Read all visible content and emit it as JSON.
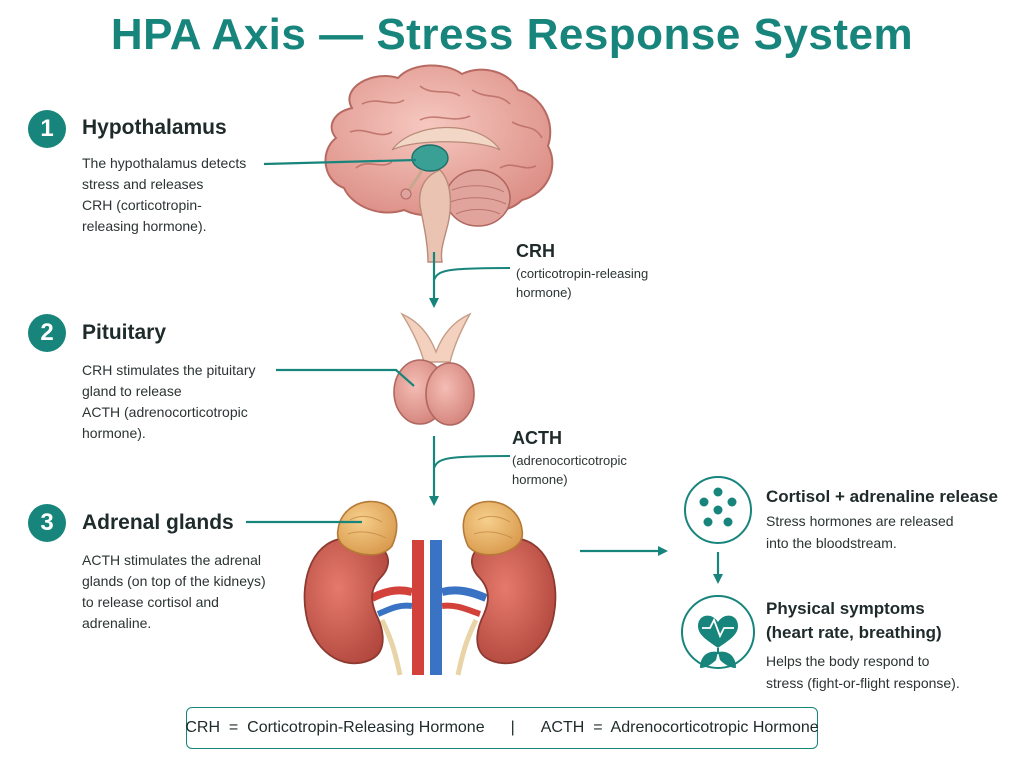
{
  "title": "HPA Axis — Stress Response System",
  "steps": [
    {
      "number": "1",
      "title": "Hypothalamus",
      "desc_lines": [
        "The hypothalamus detects",
        "stress and releases",
        "CRH (corticotropin-",
        "releasing hormone)."
      ]
    },
    {
      "number": "2",
      "title": "Pituitary",
      "desc_lines": [
        "CRH stimulates the pituitary",
        "gland to release",
        "ACTH (adrenocorticotropic",
        "hormone)."
      ]
    },
    {
      "number": "3",
      "title": "Adrenal glands",
      "desc_lines": [
        "ACTH stimulates the adrenal",
        "glands (on top of the kidneys)",
        "to release cortisol and",
        "adrenaline."
      ]
    }
  ],
  "hormones": [
    {
      "name": "CRH",
      "full_lines": [
        "(corticotropin-releasing",
        "hormone)"
      ]
    },
    {
      "name": "ACTH",
      "full_lines": [
        "(adrenocorticotropic",
        "hormone)"
      ]
    }
  ],
  "outcomes": [
    {
      "icon": "cells-icon",
      "title_lines": [
        "Cortisol + adrenaline release"
      ],
      "desc_lines": [
        "Stress hormones are released",
        "into the bloodstream."
      ]
    },
    {
      "icon": "heart-lungs-icon",
      "title_lines": [
        "Physical symptoms",
        "(heart rate, breathing)"
      ],
      "desc_lines": [
        "Helps the body respond to",
        "stress (fight-or-flight response)."
      ]
    }
  ],
  "legend": {
    "left": "CRH  =  Corticotropin-Releasing Hormone",
    "separator": "|",
    "right": "ACTH  =  Adrenocorticotropic Hormone"
  },
  "colors": {
    "accent": "#17857c",
    "brain": "#e9a8a0",
    "kidney": "#c9574b",
    "adrenal": "#e8b26a",
    "artery": "#d2423b",
    "vein": "#3a73c4"
  }
}
